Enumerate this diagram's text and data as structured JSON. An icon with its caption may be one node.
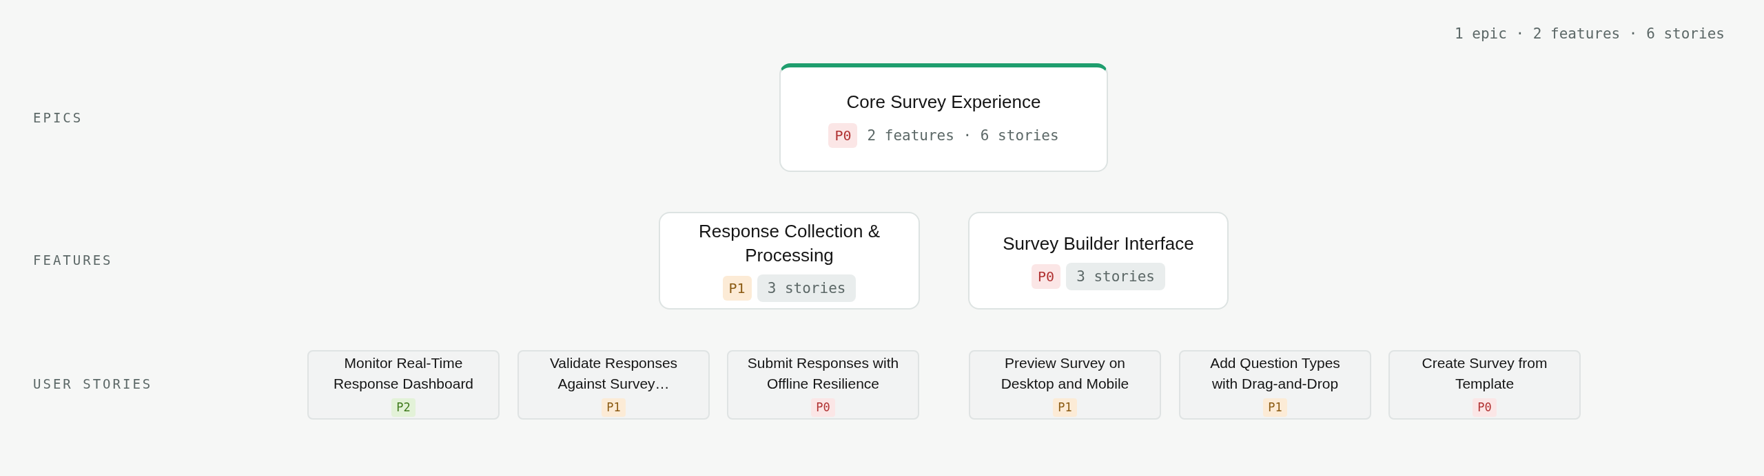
{
  "diagram": {
    "nodes": [
      {
        "text": [
          "Core Survey Experience",
          "P0",
          "2 features · 6 stories"
        ]
      },
      {
        "text": [
          "Response Collection & Processing",
          "P1",
          "3 stories"
        ]
      },
      {
        "text": [
          "Survey Builder Interface",
          "P0",
          "3 stories"
        ]
      },
      {
        "text": [
          "Monitor Real-Time Response Dashboard",
          "P2"
        ]
      },
      {
        "text": [
          "Validate Responses Against Survey…",
          "P1"
        ]
      },
      {
        "text": [
          "Submit Responses with Offline Resilience",
          "P0"
        ]
      },
      {
        "text": [
          "Preview Survey on Desktop and Mobile",
          "P1"
        ]
      },
      {
        "text": [
          "Add Question Types with Drag-and-Drop",
          "P1"
        ]
      },
      {
        "text": [
          "Create Survey from Template",
          "P0"
        ]
      }
    ],
    "labels": [
      "1 epic · 2 features · 6 stories",
      "EPICS",
      "FEATURES",
      "USER STORIES"
    ]
  }
}
